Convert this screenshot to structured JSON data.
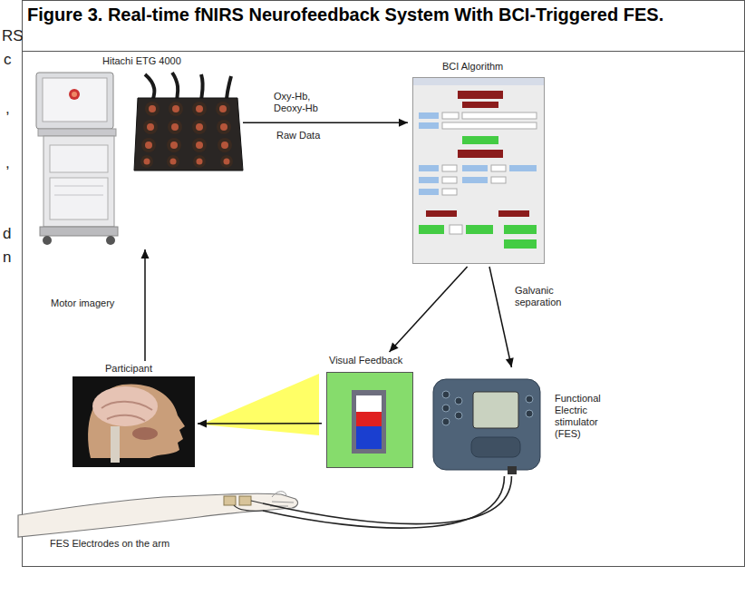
{
  "diagram": {
    "title": "Figure 3. Real-time fNIRS Neurofeedback System With BCI-Triggered FES.",
    "nodes": [
      {
        "text": [
          "Hitachi ETG 4000"
        ]
      },
      {
        "text": [
          "BCI Algorithm"
        ]
      },
      {
        "text": [
          "Visual Feedback"
        ]
      },
      {
        "text": [
          "Functional Electric stimulator (FES)"
        ]
      },
      {
        "text": [
          "Participant"
        ]
      },
      {
        "text": [
          "FES Electrodes on the arm"
        ]
      }
    ],
    "edges": [
      {
        "from": 0,
        "to": 1,
        "arrow": "to",
        "label": "Oxy-Hb, Deoxy-Hb"
      },
      {
        "from": 1,
        "to": 2,
        "arrow": "to"
      },
      {
        "from": 1,
        "to": 3,
        "arrow": "to",
        "label": "Galvanic separation"
      },
      {
        "from": 2,
        "to": 4,
        "arrow": "to"
      },
      {
        "from": 4,
        "to": 0,
        "arrow": "to",
        "label": "Motor imagery"
      },
      {
        "from": 3,
        "to": 5,
        "arrow": "none"
      }
    ],
    "labels": [
      "Raw Data",
      "RS",
      "c",
      ",",
      ",",
      "d",
      "n"
    ]
  }
}
